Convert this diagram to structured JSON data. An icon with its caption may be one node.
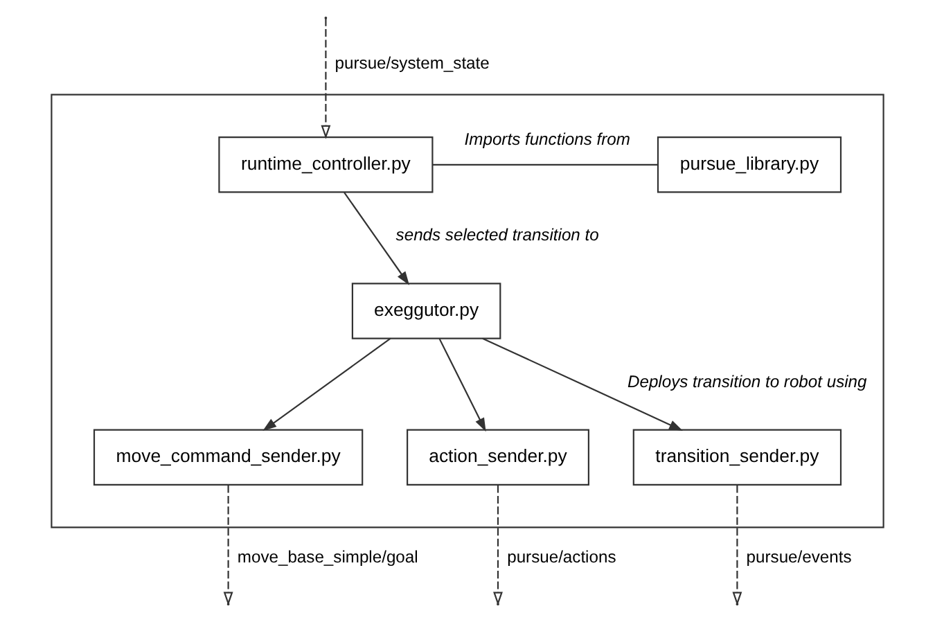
{
  "diagram": {
    "nodes": [
      {
        "text": [],
        "shape": "box"
      },
      {
        "text": [
          "runtime_controller.py"
        ],
        "in": 0
      },
      {
        "text": [
          "pursue_library.py"
        ],
        "in": 0
      },
      {
        "text": [
          "exeggutor.py"
        ],
        "in": 0
      },
      {
        "text": [
          "move_command_sender.py"
        ],
        "in": 0
      },
      {
        "text": [
          "action_sender.py"
        ],
        "in": 0
      },
      {
        "text": [
          "transition_sender.py"
        ],
        "in": 0
      }
    ],
    "edges": [
      {
        "from": null,
        "to": 1,
        "arrow": "to",
        "style": "dashed",
        "label": "pursue/system_state"
      },
      {
        "from": 1,
        "to": 2,
        "arrow": "none",
        "label": "Imports functions from"
      },
      {
        "from": 1,
        "to": 3,
        "arrow": "to",
        "label": "sends selected transition to"
      },
      {
        "from": 3,
        "to": 4,
        "arrow": "to"
      },
      {
        "from": 3,
        "to": 5,
        "arrow": "to"
      },
      {
        "from": 3,
        "to": 6,
        "arrow": "to",
        "label": "Deploys transition to robot using"
      },
      {
        "from": 4,
        "to": null,
        "arrow": "to",
        "style": "dashed",
        "label": "move_base_simple/goal"
      },
      {
        "from": 5,
        "to": null,
        "arrow": "to",
        "style": "dashed",
        "label": "pursue/actions"
      },
      {
        "from": 6,
        "to": null,
        "arrow": "to",
        "style": "dashed",
        "label": "pursue/events"
      }
    ]
  }
}
